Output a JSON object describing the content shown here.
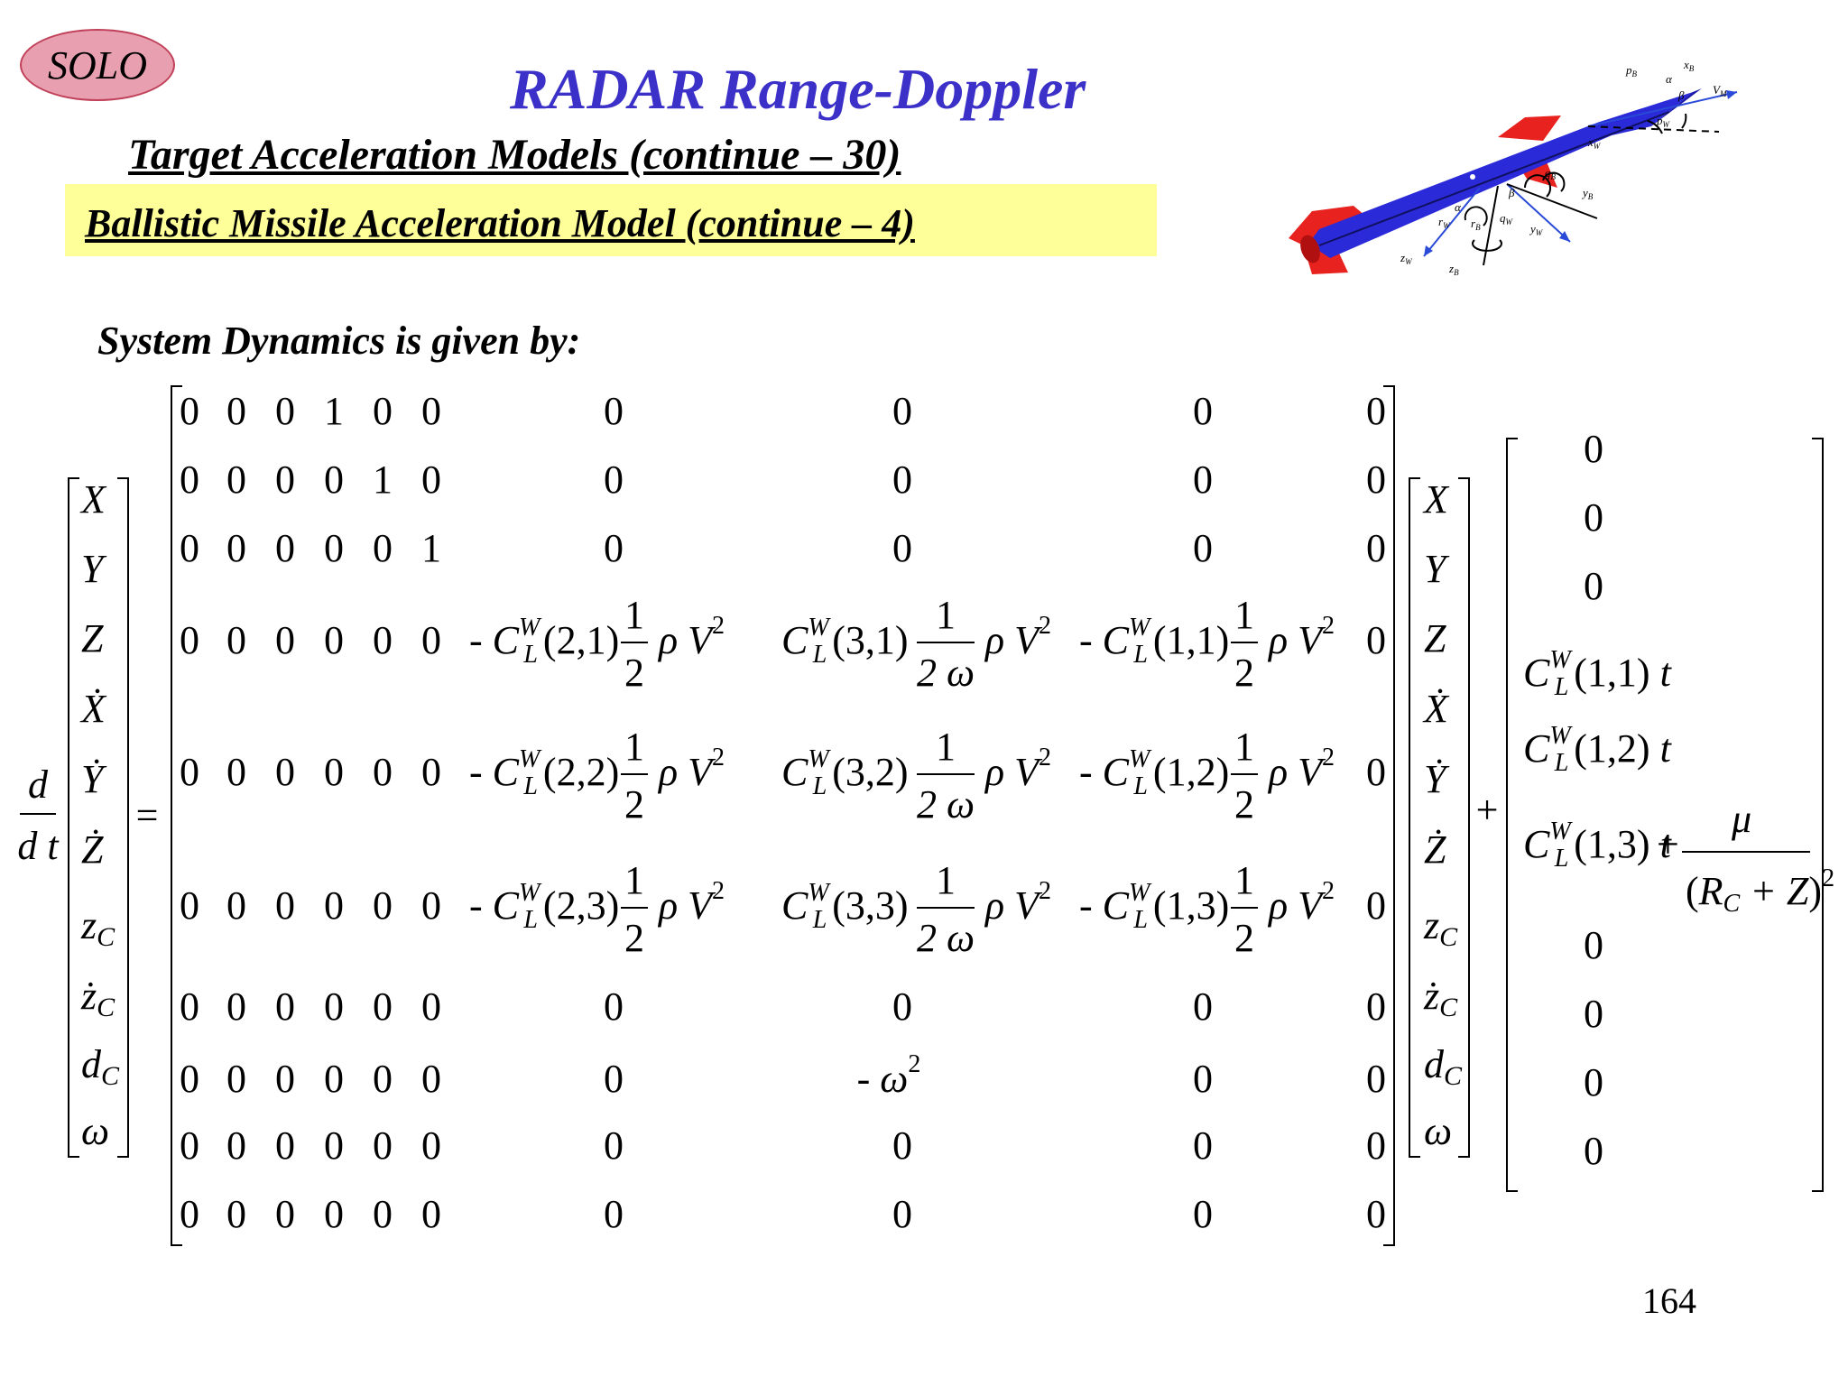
{
  "slide": {
    "logo": "SOLO",
    "title": "RADAR Range-Doppler",
    "subtitle": "Target Acceleration Models (continue – 30)",
    "banner": "Ballistic Missile Acceleration Model (continue – 4)",
    "intro": "System Dynamics is given by:",
    "page_number": "164"
  },
  "diagram_labels": {
    "pB": "p",
    "pB_sub": "B",
    "xB": "x",
    "xB_sub": "B",
    "alpha": "α",
    "beta": "β",
    "VM": "V",
    "VM_sub": "M",
    "pW": "p",
    "pW_sub": "W",
    "xW": "x",
    "xW_sub": "W",
    "qB": "q",
    "qB_sub": "B",
    "yB": "y",
    "yB_sub": "B",
    "qW": "q",
    "qW_sub": "W",
    "yW": "y",
    "yW_sub": "W",
    "rW": "r",
    "rW_sub": "W",
    "rB": "r",
    "rB_sub": "B",
    "zW": "z",
    "zW_sub": "W",
    "zB": "z",
    "zB_sub": "B"
  },
  "equation": {
    "deriv_num": "d",
    "deriv_den": "d t",
    "equals": "=",
    "plus": "+",
    "state": [
      "X",
      "Y",
      "Z",
      "Ẋ",
      "Ẏ",
      "Ż",
      "z",
      "ż",
      "d",
      "ω"
    ],
    "state_subscripts": [
      "",
      "",
      "",
      "",
      "",
      "",
      "C",
      "C",
      "C",
      ""
    ],
    "zero": "0",
    "one": "1",
    "coef": {
      "minus": "-",
      "C": "C",
      "W": "W",
      "L": "L",
      "half_num": "1",
      "half_den": "2",
      "omega_den": "2 ω",
      "rho": "ρ",
      "V": "V",
      "sq": "2"
    },
    "indices": {
      "r4": [
        "2,1",
        "3,1",
        "1,1"
      ],
      "r5": [
        "2,2",
        "3,2",
        "1,2"
      ],
      "r6": [
        "2,3",
        "3,3",
        "1,3"
      ]
    },
    "neg_omega": "- ω",
    "neg_omega_exp": "2",
    "b_vector": {
      "t": "t",
      "plus": "+",
      "idx": [
        "1,1",
        "1,2",
        "1,3"
      ],
      "mu": "μ",
      "den_R": "R",
      "den_C": "C",
      "den_rest": "+ Z",
      "den_exp": "2"
    }
  }
}
